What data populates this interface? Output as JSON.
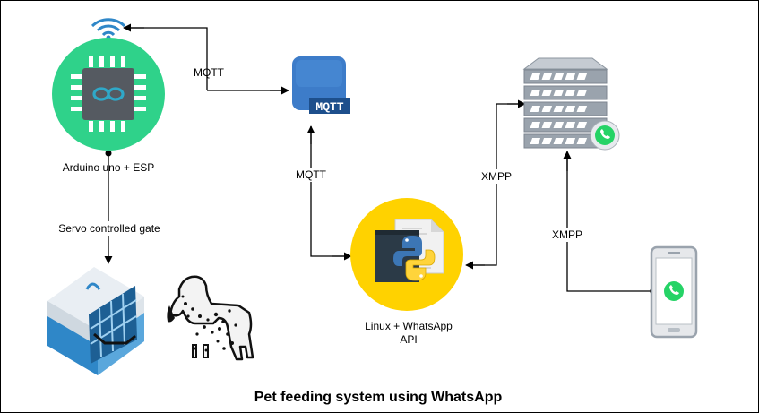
{
  "diagram": {
    "title": "Pet feeding system using WhatsApp",
    "nodes": {
      "arduino": {
        "label": "Arduino uno + ESP"
      },
      "linux": {
        "label_line1": "Linux + WhatsApp",
        "label_line2": "API"
      },
      "mqtt_broker": {
        "badge": "MQTT"
      }
    },
    "edges": {
      "arduino_mqtt": {
        "label": "MQTT"
      },
      "broker_linux": {
        "label": "MQTT"
      },
      "linux_server": {
        "label": "XMPP"
      },
      "phone_server": {
        "label": "XMPP"
      },
      "arduino_gate": {
        "label": "Servo controlled gate"
      }
    }
  },
  "colors": {
    "arduino_circle": "#2fd28a",
    "linux_circle": "#ffd200",
    "mqtt_blue": "#3d7cc9",
    "server_gray": "#9aa3ad",
    "whatsapp_green": "#25d366",
    "crate_blue": "#2f87c8"
  }
}
